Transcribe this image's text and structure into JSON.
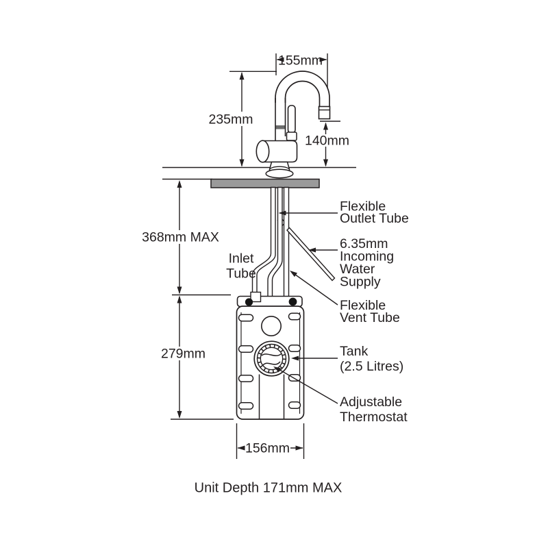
{
  "diagram": {
    "title": "Instant hot water tap and tank installation diagram",
    "dims": {
      "spout_reach": "155mm",
      "tap_height": "235mm",
      "spout_clearance": "140mm",
      "max_counter_to_tank": "368mm MAX",
      "tank_height": "279mm",
      "tank_width": "156mm",
      "unit_depth_note": "Unit Depth 171mm MAX"
    },
    "callouts": {
      "outlet_tube": [
        "Flexible",
        "Outlet Tube"
      ],
      "incoming_supply": [
        "6.35mm",
        "Incoming",
        "Water",
        "Supply"
      ],
      "inlet_tube": [
        "Inlet",
        "Tube"
      ],
      "vent_tube": [
        "Flexible",
        "Vent Tube"
      ],
      "tank": [
        "Tank",
        "(2.5 Litres)"
      ],
      "thermostat": [
        "Adjustable",
        "Thermostat"
      ]
    },
    "colors": {
      "line": "#231f20",
      "counter_fill": "#9a9a9a",
      "background": "#ffffff"
    }
  }
}
